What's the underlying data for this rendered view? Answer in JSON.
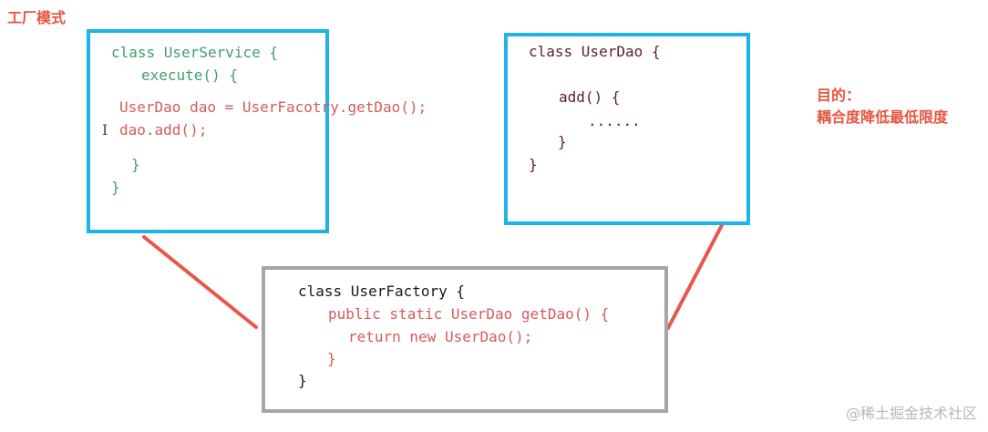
{
  "title": "工厂模式",
  "user_service": {
    "line1": "class UserService {",
    "line2": "execute() {",
    "line3": "UserDao dao = UserFacotry.getDao();",
    "line4": "dao.add();",
    "line5": "}",
    "line6": "}"
  },
  "user_dao": {
    "line1": "class UserDao {",
    "line2": "add() {",
    "line3": "......",
    "line4": "}",
    "line5": "}"
  },
  "user_factory": {
    "line1": "class UserFactory {",
    "line2": "public static UserDao getDao() {",
    "line3": "return new UserDao();",
    "line4": "}",
    "line5": "}"
  },
  "cursor_glyph": "I",
  "goal": {
    "heading": "目的：",
    "text": "耦合度降低最低限度"
  },
  "watermark": "@稀土掘金技术社区",
  "colors": {
    "title": "#e8543f",
    "box_blue": "#1eb4e6",
    "box_gray": "#a6a6a6",
    "connector": "#e8574a",
    "code_green": "#3f9e6c",
    "code_dark": "#5a1f2f",
    "code_red": "#d65a5a"
  }
}
